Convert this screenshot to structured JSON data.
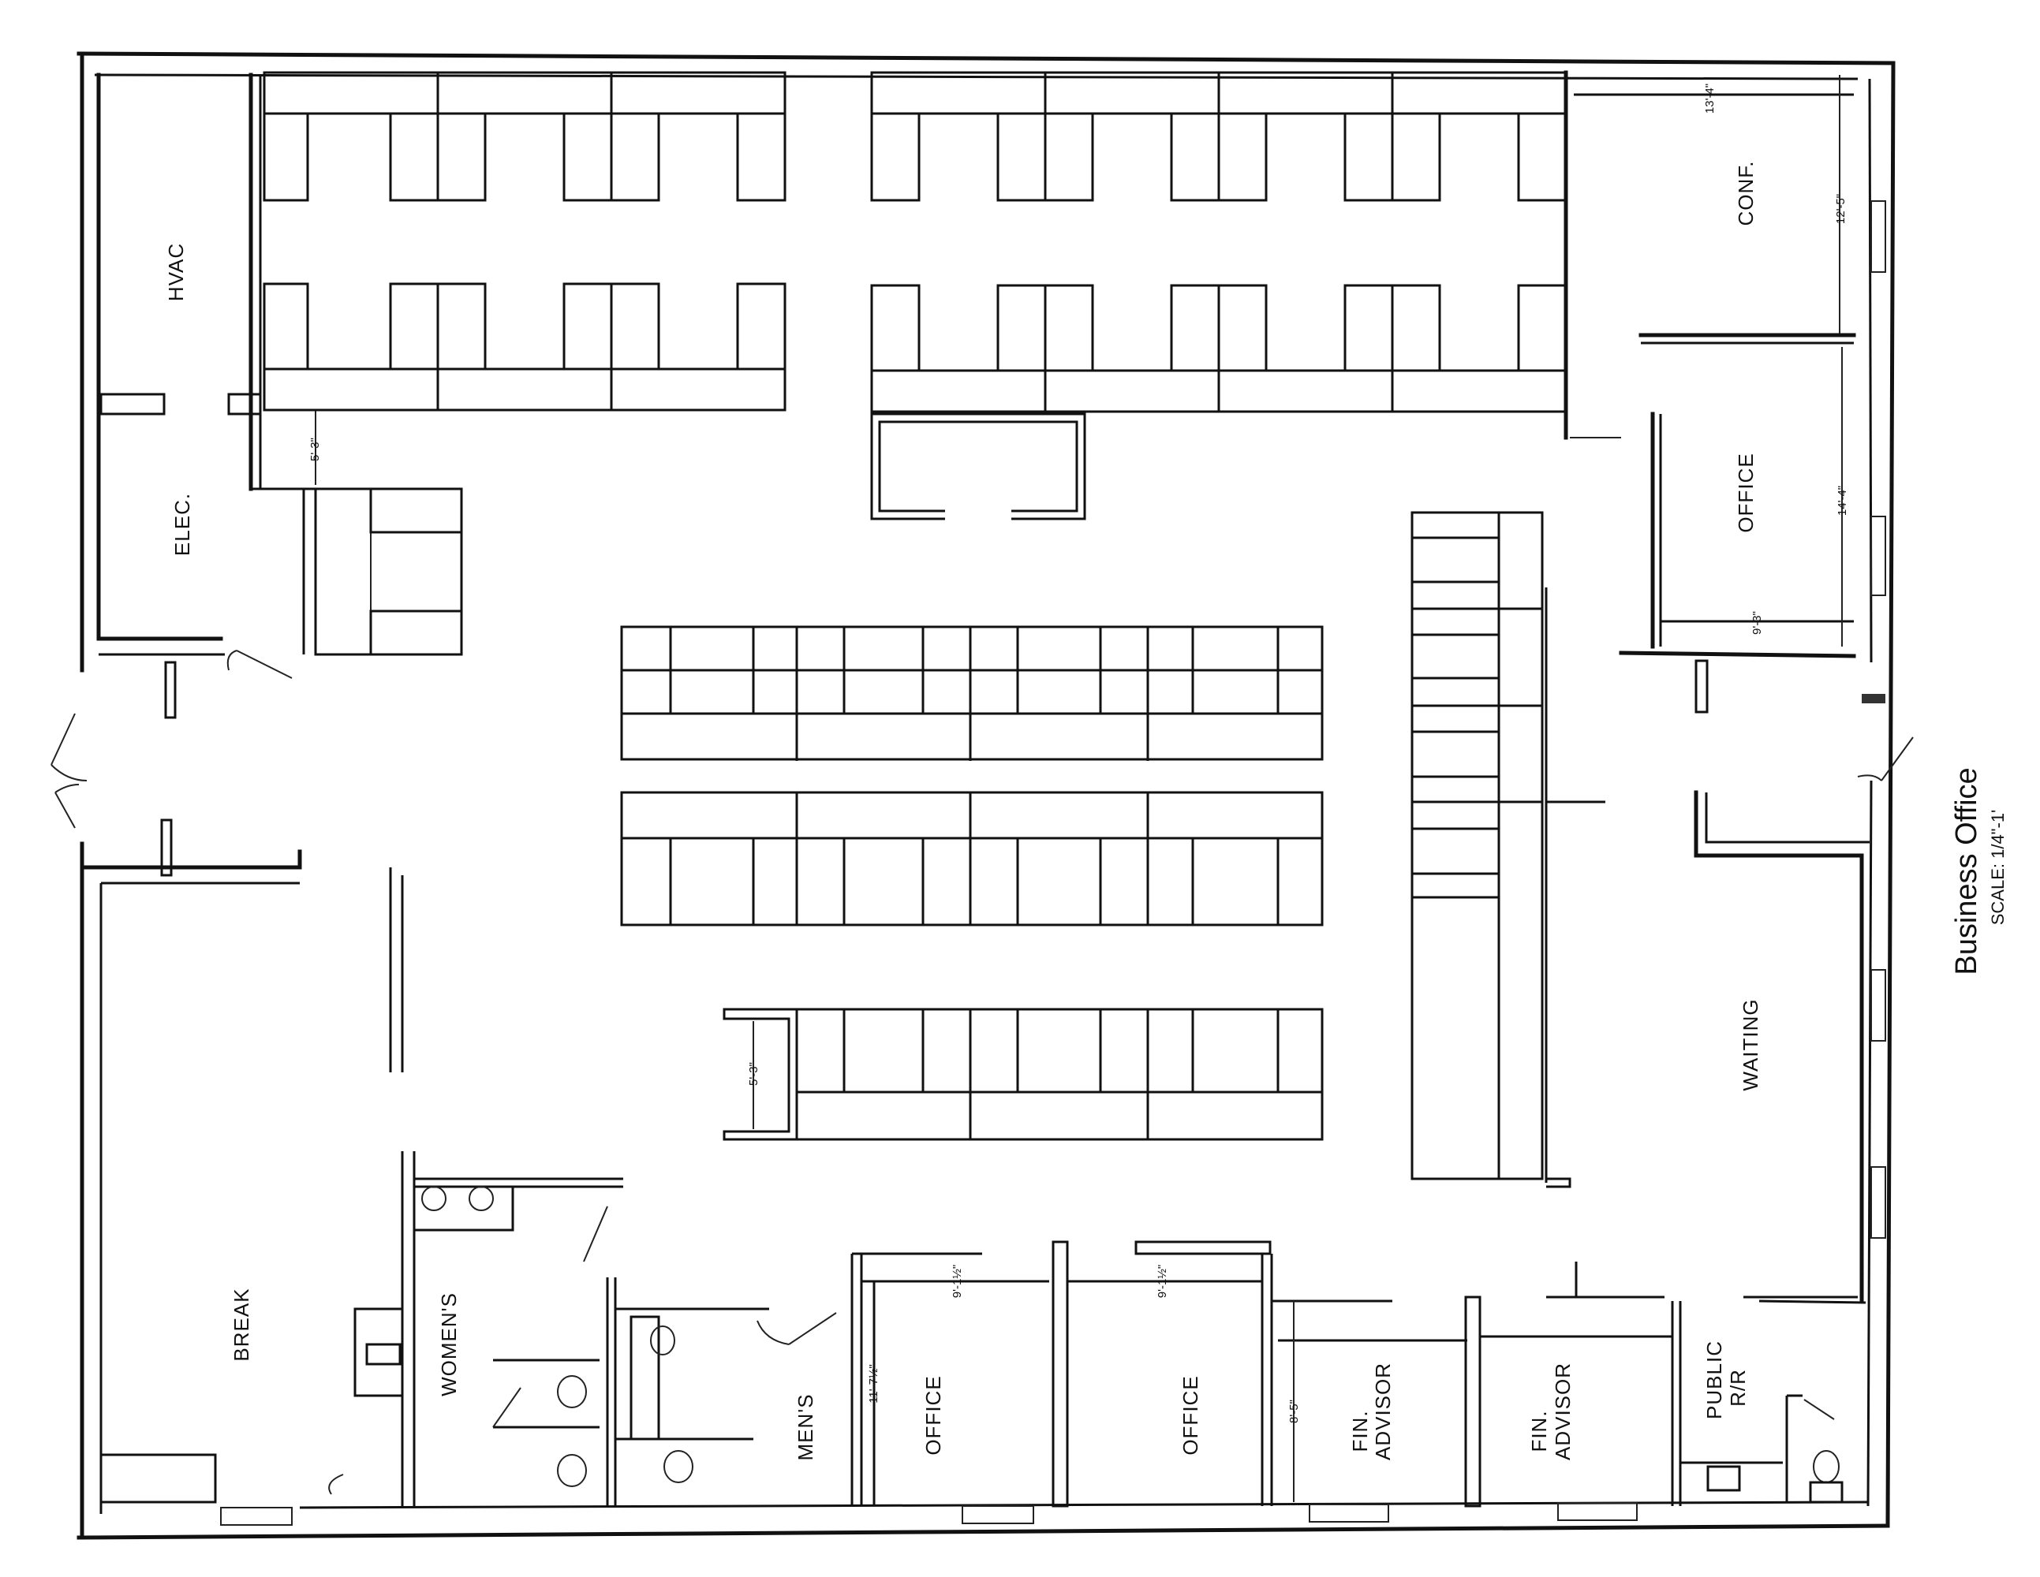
{
  "title": {
    "name": "Business Office",
    "scale": "SCALE: 1/4\"-1'"
  },
  "rooms": {
    "hvac": "HVAC",
    "elec": "ELEC.",
    "conf": "CONF.",
    "office_right": "OFFICE",
    "waiting": "WAITING",
    "break": "BREAK",
    "womens": "WOMEN'S",
    "mens": "MEN'S",
    "office_1": "OFFICE",
    "office_2": "OFFICE",
    "fin_advisor_1_line1": "FIN.",
    "fin_advisor_1_line2": "ADVISOR",
    "fin_advisor_2_line1": "FIN.",
    "fin_advisor_2_line2": "ADVISOR",
    "public_rr_line1": "PUBLIC",
    "public_rr_line2": "R/R"
  },
  "dimensions": {
    "conf_width": "13'-4\"",
    "conf_depth": "12'-5\"",
    "office_right_depth": "14'-4\"",
    "office_right_width": "9'-3\"",
    "elec_cubicle": "5'-3\"",
    "center_cubicle": "5'-3\"",
    "office_1_width": "9'-1½\"",
    "office_2_width": "9'-1½\"",
    "office_1_depth": "11'-7½\"",
    "fin_advisor_depth": "8'-5\""
  }
}
